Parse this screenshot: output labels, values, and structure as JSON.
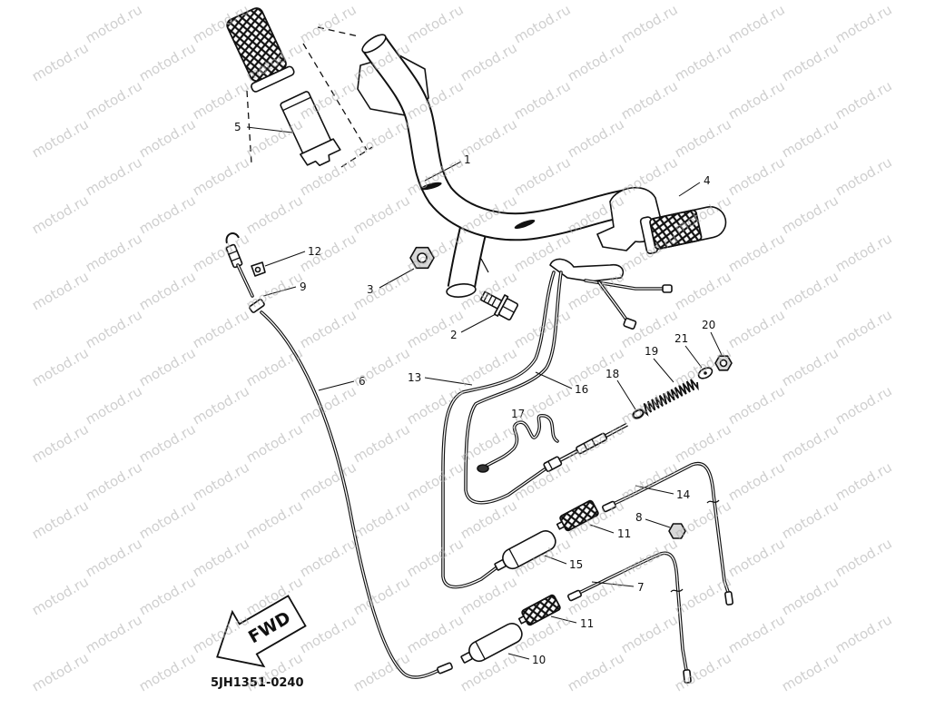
{
  "diagram": {
    "watermark": "motod.ru",
    "drawing_code": "5JH1351-0240",
    "fwd_label": "FWD",
    "callouts": [
      "1",
      "2",
      "3",
      "4",
      "5",
      "6",
      "7",
      "8",
      "9",
      "10",
      "11",
      "11",
      "12",
      "13",
      "14",
      "15",
      "16",
      "17",
      "18",
      "19",
      "20",
      "21"
    ]
  },
  "colors": {
    "line": "#111111",
    "background": "#ffffff",
    "watermark": "#b0b0b0"
  }
}
